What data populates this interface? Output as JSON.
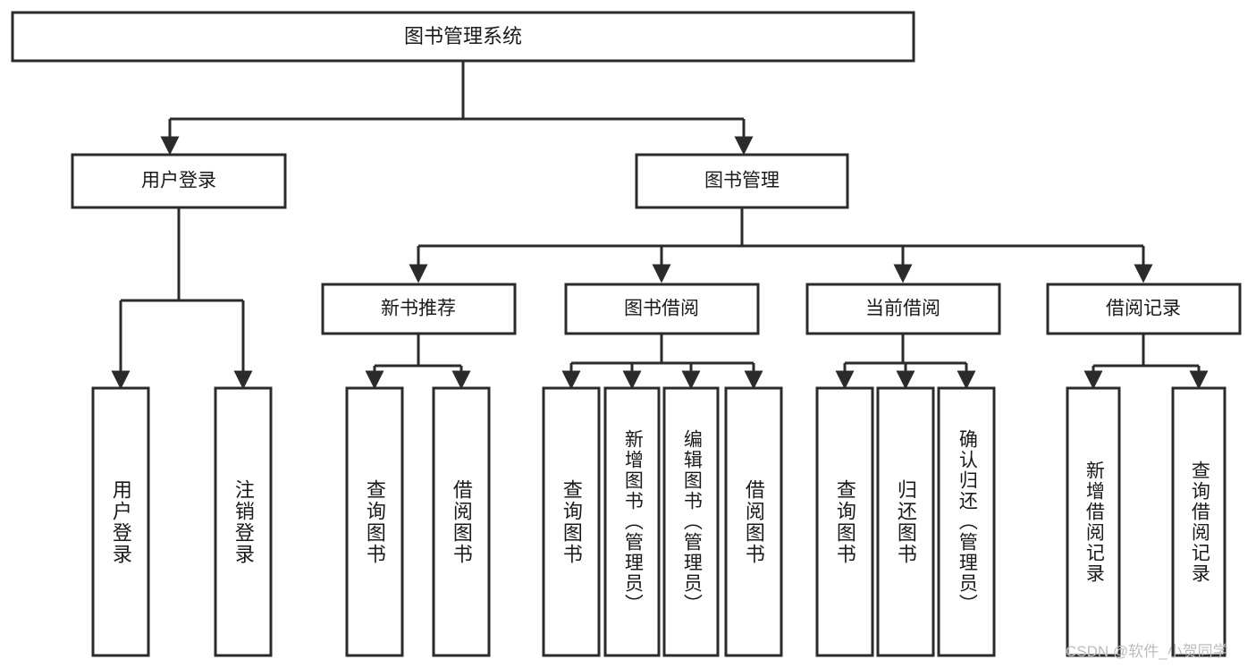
{
  "diagram": {
    "type": "tree-hierarchy",
    "title": "图书管理系统",
    "orientation": "top-down",
    "watermark": "CSDN @软件_小贺同学",
    "colors": {
      "stroke": "#2b2b2b",
      "fill": "#ffffff",
      "text": "#1a1a1a",
      "watermark": "#bdbdbd",
      "background": "#ffffff"
    },
    "levels": {
      "root": {
        "label": "图书管理系统"
      },
      "level2": [
        {
          "id": "user-login",
          "label": "用户登录"
        },
        {
          "id": "book-manage",
          "label": "图书管理"
        }
      ],
      "level3": [
        {
          "id": "new-book-rec",
          "label": "新书推荐",
          "parent": "book-manage"
        },
        {
          "id": "book-borrow",
          "label": "图书借阅",
          "parent": "book-manage"
        },
        {
          "id": "current-borrow",
          "label": "当前借阅",
          "parent": "book-manage"
        },
        {
          "id": "borrow-record",
          "label": "借阅记录",
          "parent": "book-manage"
        }
      ],
      "leaves": [
        {
          "id": "leaf-user-login",
          "label": "用户登录",
          "parent": "user-login"
        },
        {
          "id": "leaf-logout",
          "label": "注销登录",
          "parent": "user-login"
        },
        {
          "id": "leaf-query-book-1",
          "label": "查询图书",
          "parent": "new-book-rec"
        },
        {
          "id": "leaf-borrow-book-1",
          "label": "借阅图书",
          "parent": "new-book-rec"
        },
        {
          "id": "leaf-query-book-2",
          "label": "查询图书",
          "parent": "book-borrow"
        },
        {
          "id": "leaf-add-book",
          "label": "新增图书（管理员）",
          "parent": "book-borrow"
        },
        {
          "id": "leaf-edit-book",
          "label": "编辑图书（管理员）",
          "parent": "book-borrow"
        },
        {
          "id": "leaf-borrow-book-2",
          "label": "借阅图书",
          "parent": "book-borrow"
        },
        {
          "id": "leaf-query-book-3",
          "label": "查询图书",
          "parent": "current-borrow"
        },
        {
          "id": "leaf-return-book",
          "label": "归还图书",
          "parent": "current-borrow"
        },
        {
          "id": "leaf-confirm-return",
          "label": "确认归还（管理员）",
          "parent": "current-borrow"
        },
        {
          "id": "leaf-add-record",
          "label": "新增借阅记录",
          "parent": "borrow-record"
        },
        {
          "id": "leaf-query-record",
          "label": "查询借阅记录",
          "parent": "borrow-record"
        }
      ]
    }
  }
}
